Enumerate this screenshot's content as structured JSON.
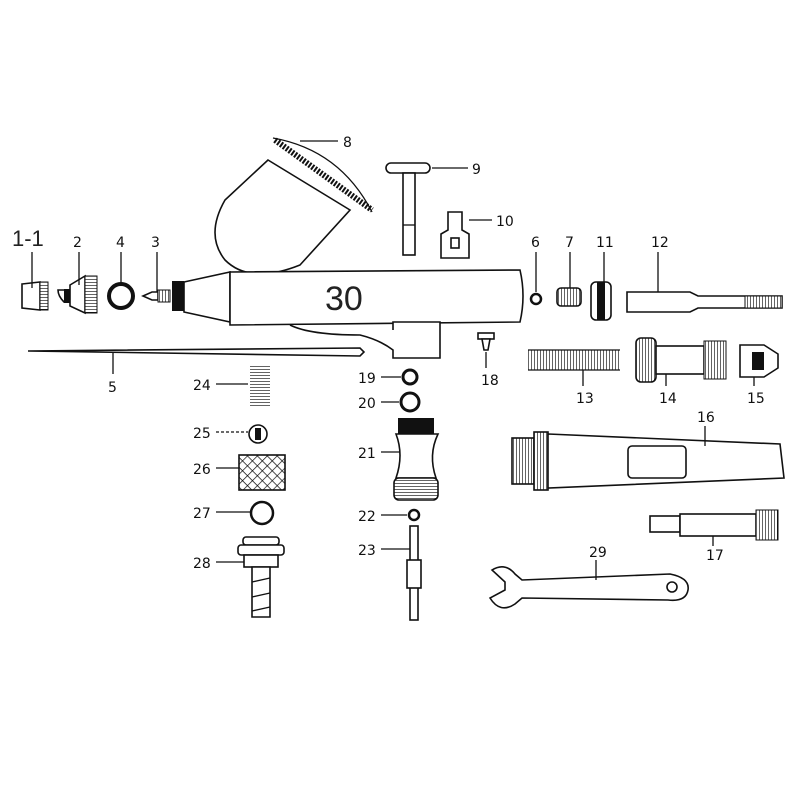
{
  "diagram": {
    "body_marking": "30",
    "labels": {
      "p1_1": "1-1",
      "p2": "2",
      "p3": "3",
      "p4": "4",
      "p5": "5",
      "p6": "6",
      "p7": "7",
      "p8": "8",
      "p9": "9",
      "p10": "10",
      "p11": "11",
      "p12": "12",
      "p13": "13",
      "p14": "14",
      "p15": "15",
      "p16": "16",
      "p17": "17",
      "p18": "18",
      "p19": "19",
      "p20": "20",
      "p21": "21",
      "p22": "22",
      "p23": "23",
      "p24": "24",
      "p25": "25",
      "p26": "26",
      "p27": "27",
      "p28": "28",
      "p29": "29"
    }
  }
}
